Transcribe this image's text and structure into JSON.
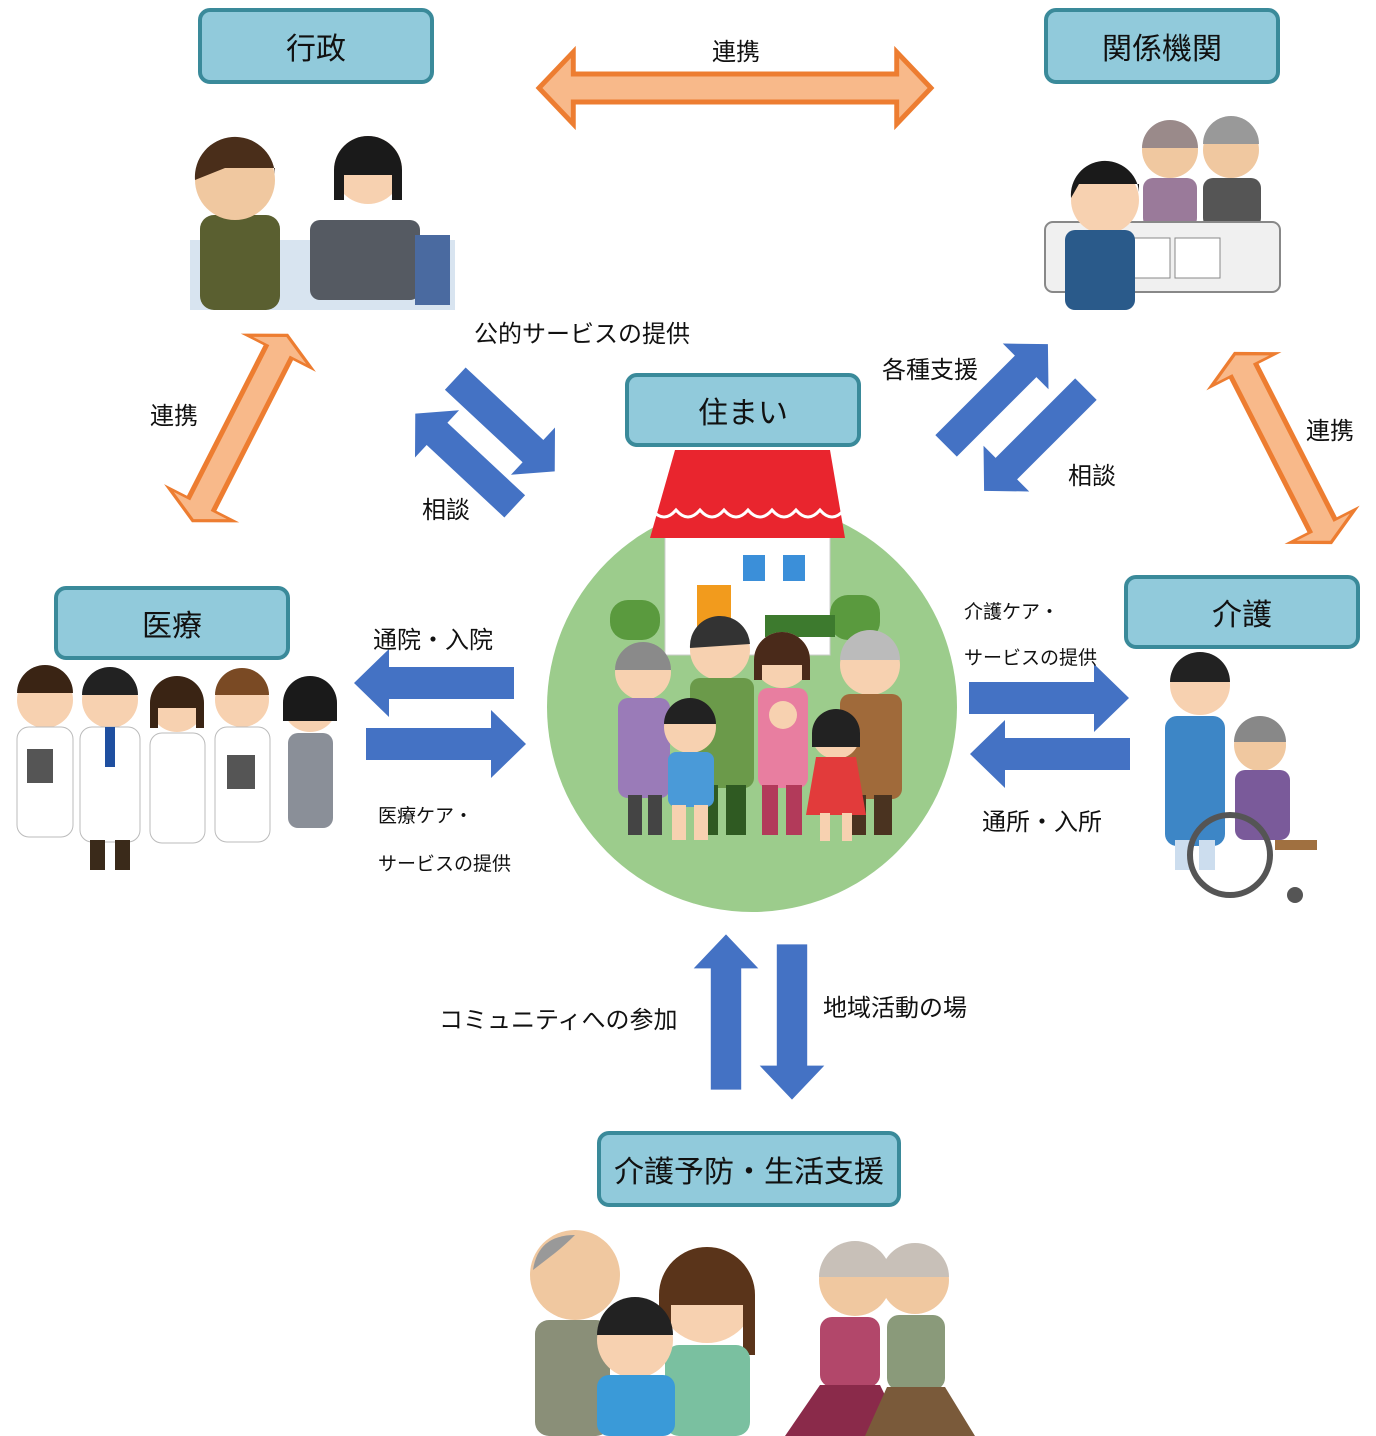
{
  "nodes": {
    "gyosei": "行政",
    "kankei": "関係機関",
    "sumai": "住まい",
    "iryo": "医療",
    "kaigo": "介護",
    "yobo": "介護予防・生活支援"
  },
  "labels": {
    "renkei_top": "連携",
    "renkei_left": "連携",
    "renkei_right": "連携",
    "koteki": "公的サービスの提供",
    "sodan_left": "相談",
    "kakushu": "各種支援",
    "sodan_right": "相談",
    "tsuin": "通院・入院",
    "iryo_care_1": "医療ケア・",
    "iryo_care_2": "サービスの提供",
    "kaigo_care_1": "介護ケア・",
    "kaigo_care_2": "サービスの提供",
    "tsusho": "通所・入所",
    "community": "コミュニティへの参加",
    "chiiki": "地域活動の場"
  },
  "colors": {
    "node_fill": "#91cadb",
    "node_border": "#3a8a9a",
    "blue_arrow": "#4472c4",
    "orange_arrow": "#f8b98a",
    "orange_border": "#ed7d31",
    "circle": "#9ccc8c"
  }
}
